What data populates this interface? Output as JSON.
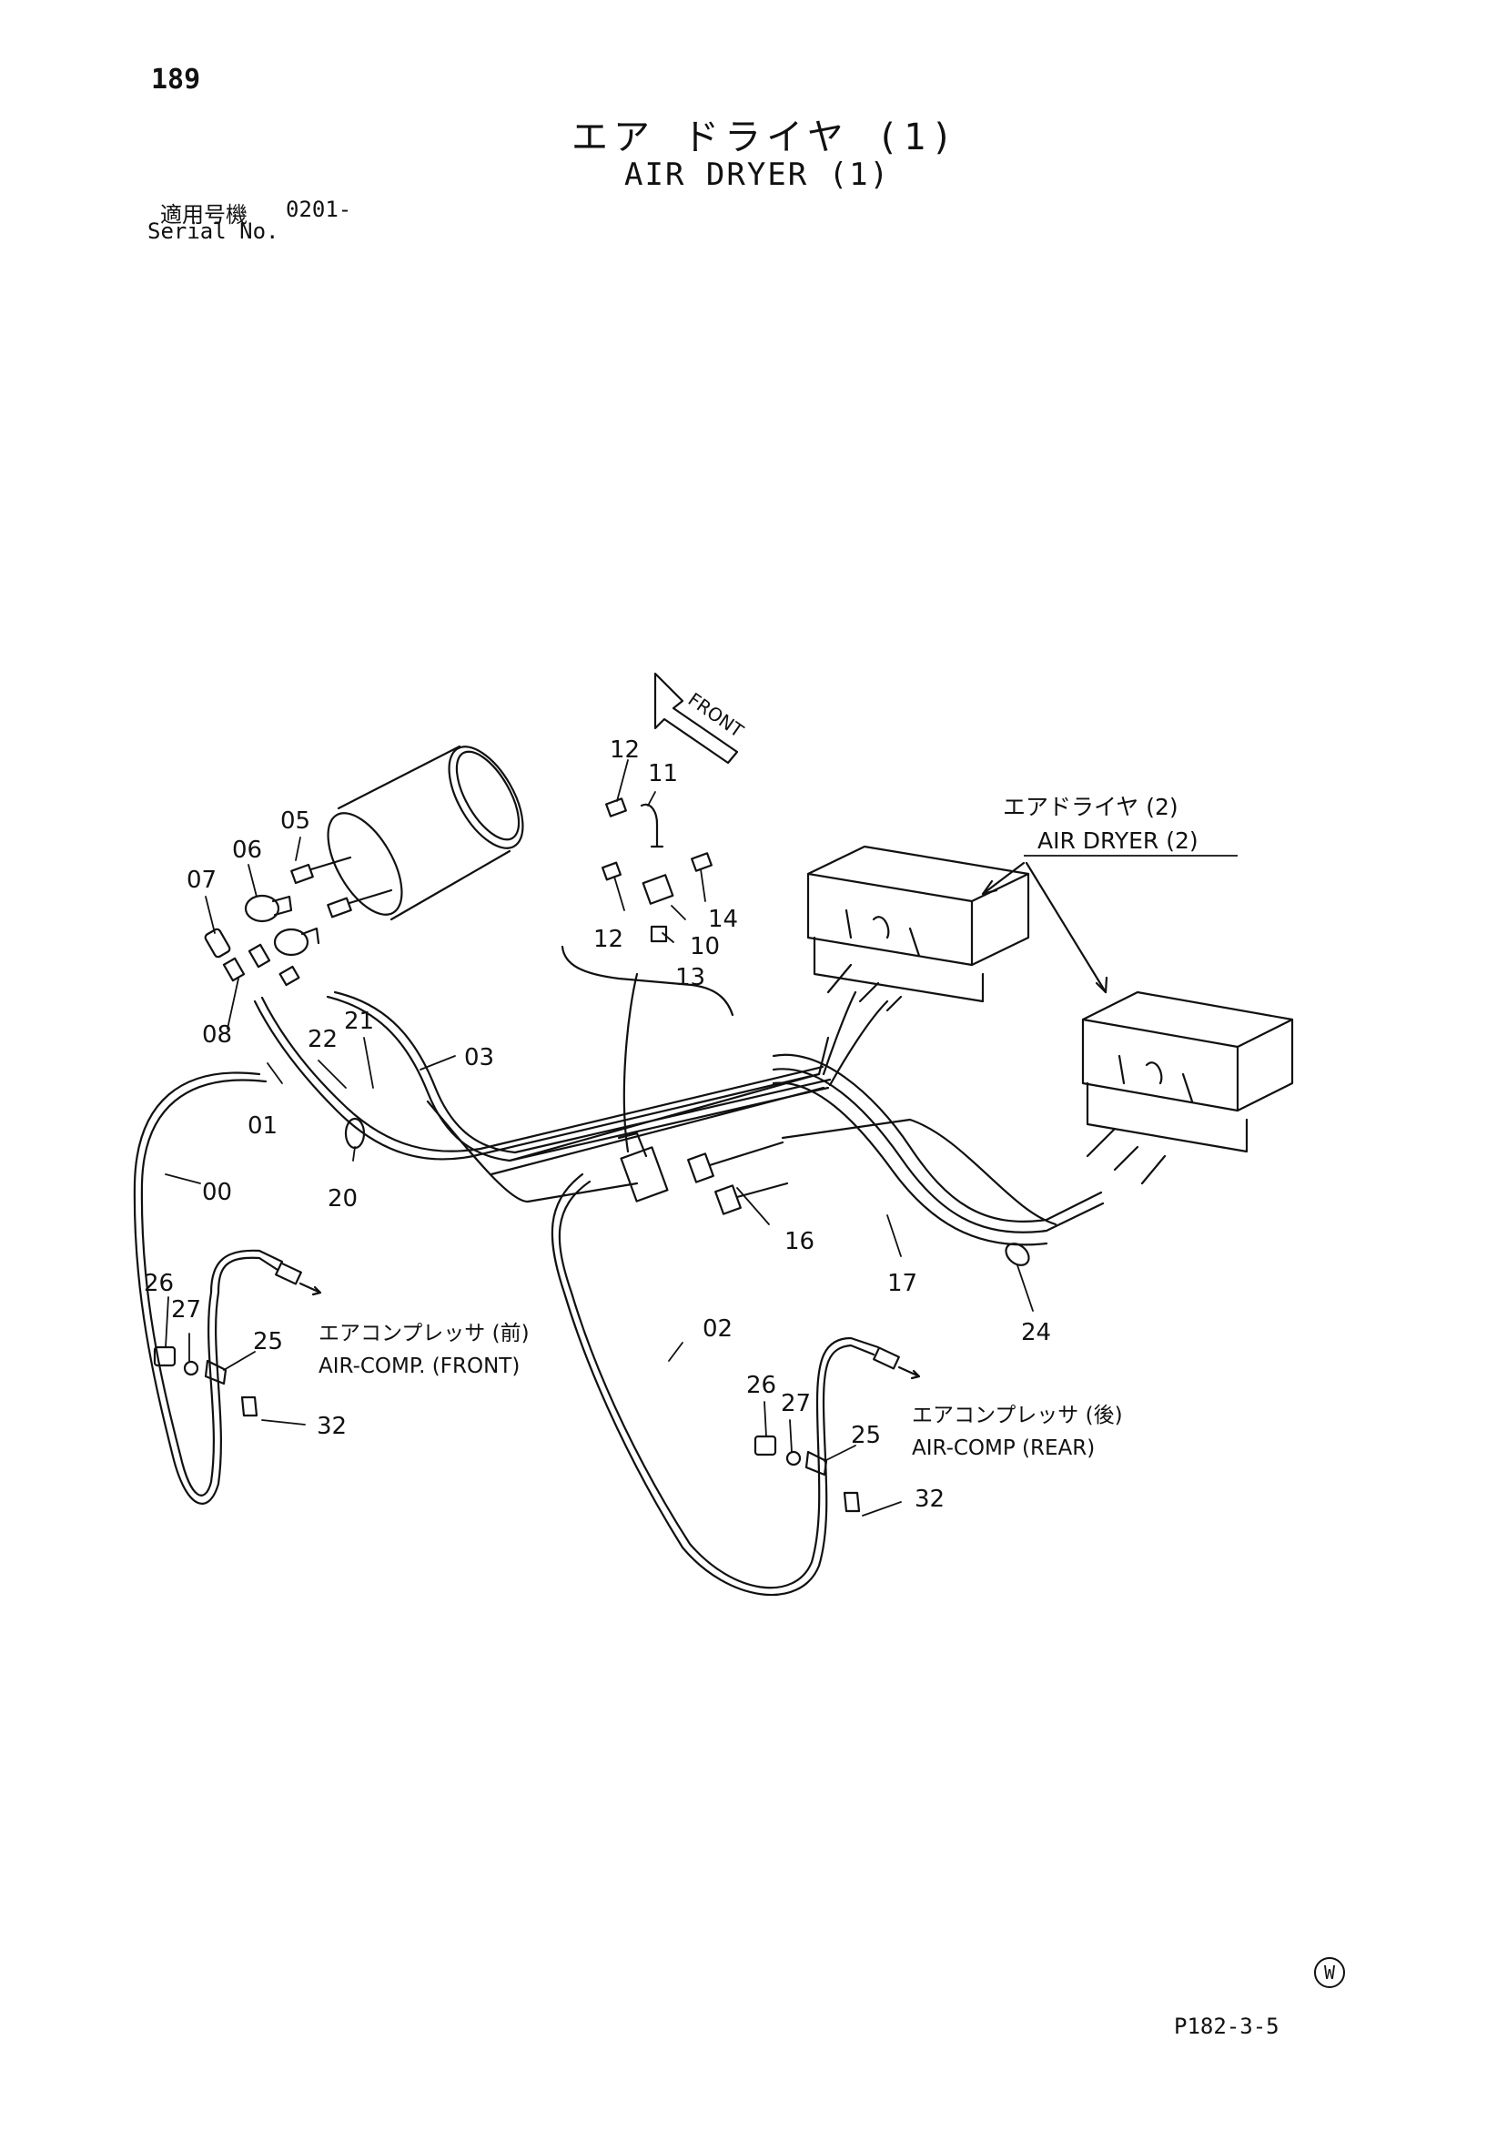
{
  "header": {
    "page_number": "189",
    "title_ja": "エア ドライヤ (1)",
    "title_en": "AIR DRYER (1)",
    "serial_label_ja": "適用号機",
    "serial_value": "0201-",
    "serial_label_en": "Serial No."
  },
  "callouts": {
    "front": "FRONT",
    "air_dryer2_ja": "エアドライヤ (2)",
    "air_dryer2_en": "AIR DRYER (2)",
    "comp_front_ja": "エアコンプレッサ (前)",
    "comp_front_en": "AIR-COMP. (FRONT)",
    "comp_rear_ja": "エアコンプレッサ (後)",
    "comp_rear_en": "AIR-COMP (REAR)"
  },
  "part_labels": {
    "p00": "00",
    "p01": "01",
    "p02": "02",
    "p03": "03",
    "p05": "05",
    "p06": "06",
    "p07": "07",
    "p08": "08",
    "p10": "10",
    "p11": "11",
    "p12a": "12",
    "p12b": "12",
    "p13": "13",
    "p14": "14",
    "p16": "16",
    "p17": "17",
    "p20": "20",
    "p21": "21",
    "p22": "22",
    "p24": "24",
    "p25a": "25",
    "p25b": "25",
    "p26a": "26",
    "p26b": "26",
    "p27a": "27",
    "p27b": "27",
    "p32a": "32",
    "p32b": "32"
  },
  "footer": {
    "drawing_code": "P182-3-5",
    "mark": "W"
  }
}
